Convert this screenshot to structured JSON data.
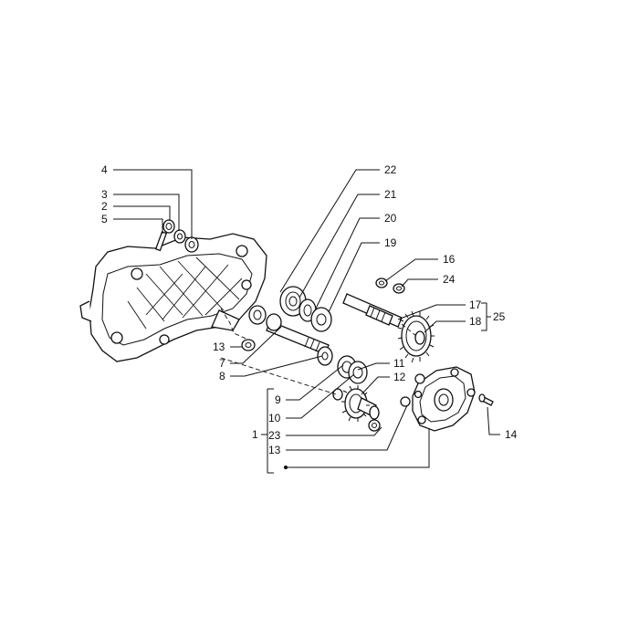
{
  "labels": {
    "l4": "4",
    "l3": "3",
    "l2": "2",
    "l5": "5",
    "l22": "22",
    "l21": "21",
    "l20": "20",
    "l19": "19",
    "l16": "16",
    "l24": "24",
    "l17": "17",
    "l18": "18",
    "l25": "25",
    "l13a": "13",
    "l7": "7",
    "l8": "8",
    "l11": "11",
    "l12": "12",
    "l9": "9",
    "l10": "10",
    "l1": "1",
    "l23": "23",
    "l13b": "13",
    "l14": "14"
  }
}
